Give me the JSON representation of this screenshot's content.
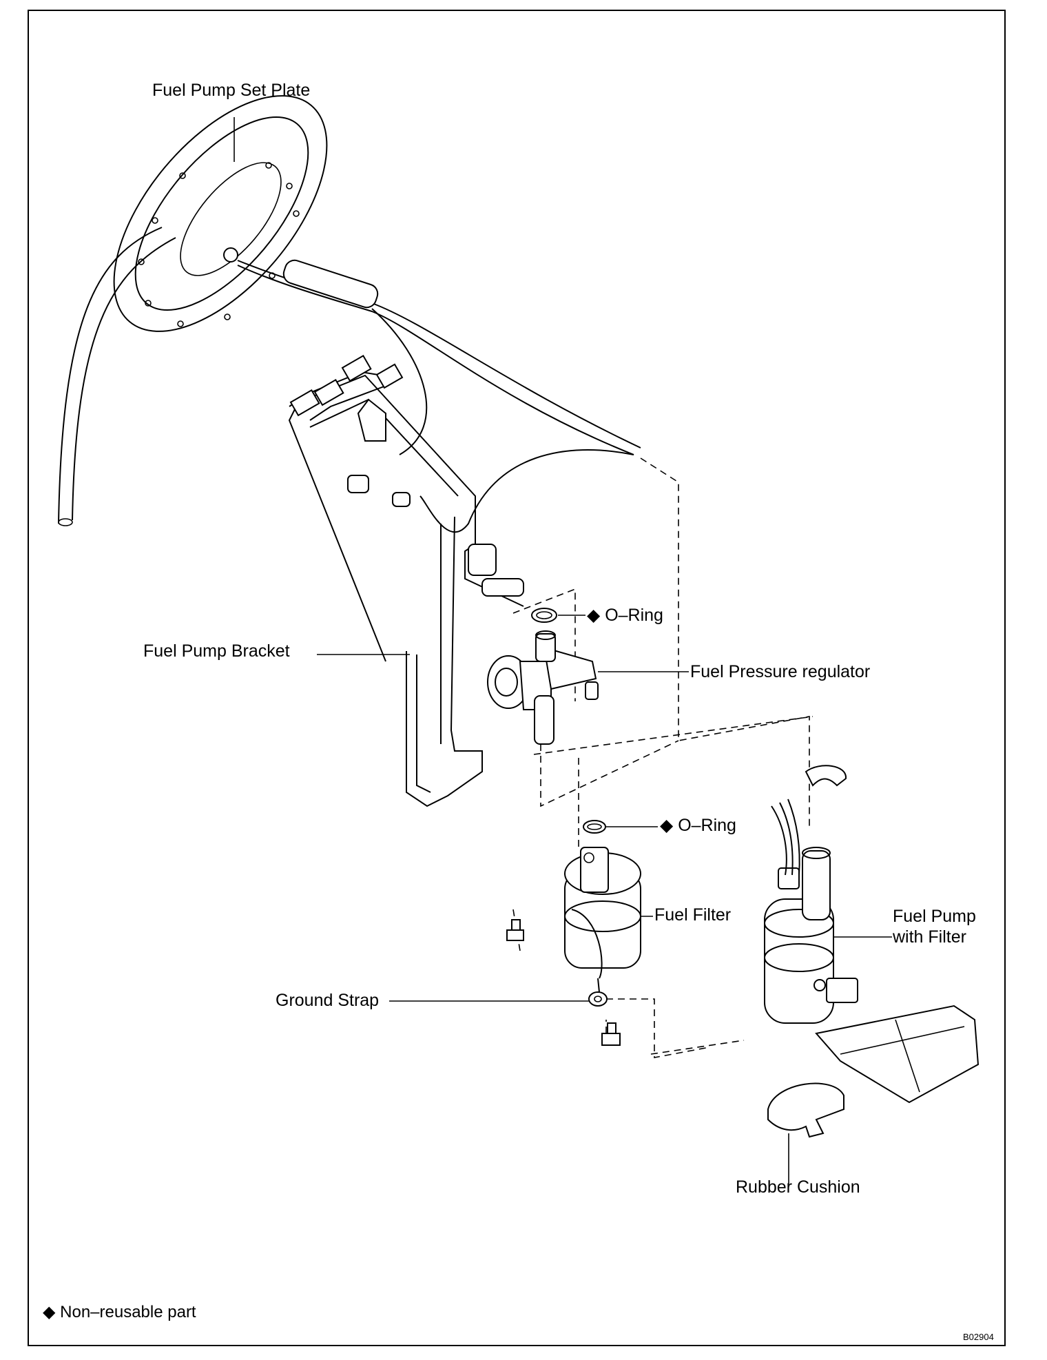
{
  "labels": {
    "set_plate": "Fuel Pump Set Plate",
    "bracket": "Fuel Pump Bracket",
    "o_ring_top": "O–Ring",
    "pressure_regulator": "Fuel Pressure regulator",
    "o_ring_bottom": "O–Ring",
    "fuel_filter": "Fuel Filter",
    "pump_with_filter_line1": "Fuel Pump",
    "pump_with_filter_line2": "with Filter",
    "ground_strap": "Ground Strap",
    "rubber_cushion": "Rubber Cushion"
  },
  "legend": {
    "symbol": "◆",
    "text": "Non–reusable part"
  },
  "figure_code": "B02904"
}
